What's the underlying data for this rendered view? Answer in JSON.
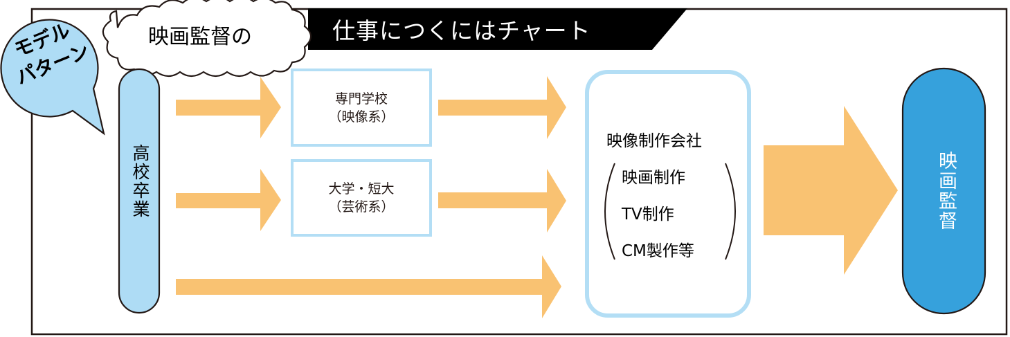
{
  "title": {
    "badge_line1": "モデル",
    "badge_line2": "パターン",
    "cloud_text": "映画監督の",
    "banner_text": "仕事につくにはチャート"
  },
  "nodes": {
    "start": "高校卒業",
    "school_1_line1": "専門学校",
    "school_1_line2": "（映像系）",
    "school_2_line1": "大学・短大",
    "school_2_line2": "（芸術系）",
    "company_title": "映像制作会社",
    "company_items": [
      "映画制作",
      "TV制作",
      "CM製作等"
    ],
    "goal": "映画監督"
  },
  "colors": {
    "arrow": "#f9c272",
    "light_blue": "#aedcf5",
    "box_border": "#b3def5",
    "goal_blue": "#36a1dc",
    "banner_black": "#000000"
  }
}
